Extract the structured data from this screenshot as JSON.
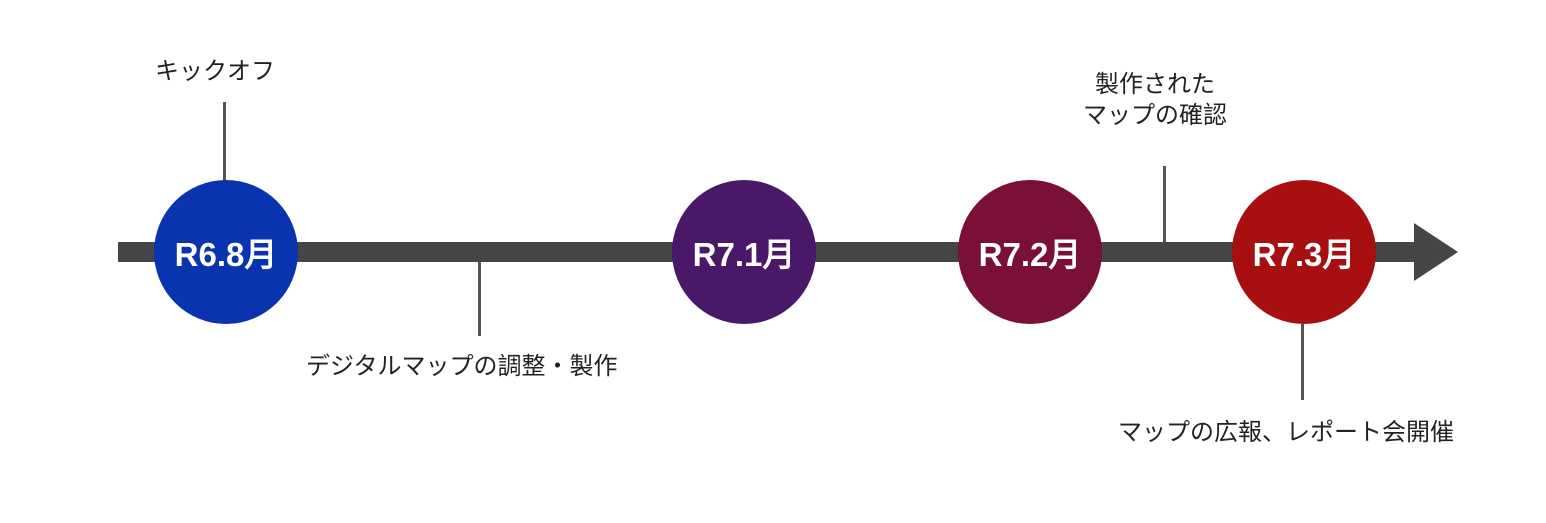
{
  "milestones": [
    {
      "label": "R6.8月",
      "color": "#0a33b0"
    },
    {
      "label": "R7.1月",
      "color": "#4a1869"
    },
    {
      "label": "R7.2月",
      "color": "#7a1038"
    },
    {
      "label": "R7.3月",
      "color": "#a80f10"
    }
  ],
  "events": {
    "kickoff": "キックオフ",
    "adjust_produce": "デジタルマップの調整・製作",
    "confirm_line1": "製作された",
    "confirm_line2": "マップの確認",
    "publicity": "マップの広報、レポート会開催"
  },
  "colors": {
    "axis": "#454545",
    "tick": "#555555",
    "text": "#222222"
  }
}
